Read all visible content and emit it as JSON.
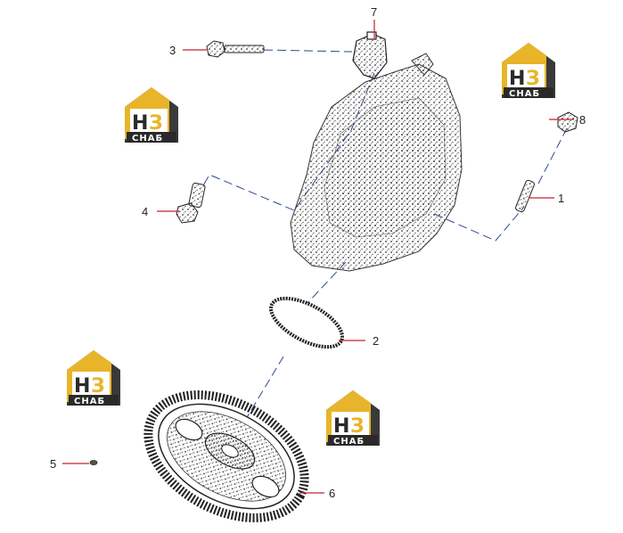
{
  "diagram": {
    "callouts": [
      {
        "id": "1",
        "label": "1"
      },
      {
        "id": "2",
        "label": "2"
      },
      {
        "id": "3",
        "label": "3"
      },
      {
        "id": "4",
        "label": "4"
      },
      {
        "id": "5",
        "label": "5"
      },
      {
        "id": "6",
        "label": "6"
      },
      {
        "id": "7",
        "label": "7"
      },
      {
        "id": "8",
        "label": "8"
      }
    ],
    "logo": {
      "letters": "НЗ",
      "subtitle": "СНАБ"
    },
    "colors": {
      "leader_line": "#c8202a",
      "dash_line": "#2a4a8a",
      "ink": "#222222",
      "logo_gold": "#e8b52a",
      "logo_dark": "#3a3a3a"
    }
  }
}
